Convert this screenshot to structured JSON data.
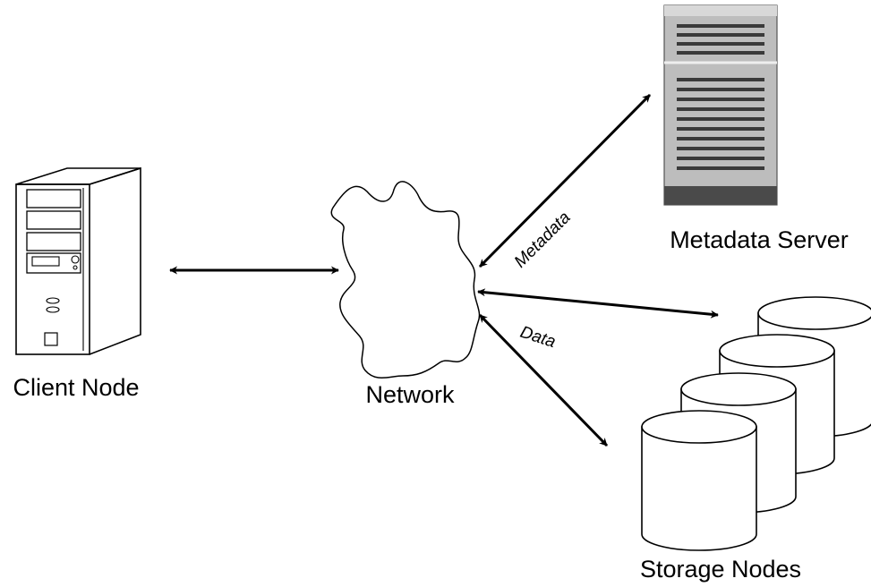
{
  "labels": {
    "client": "Client Node",
    "network": "Network",
    "metadata_server": "Metadata Server",
    "storage": "Storage Nodes",
    "metadata_link": "Metadata",
    "data_link": "Data"
  },
  "colors": {
    "server_body": "#bdbdbd",
    "server_lines": "#3a3a3a",
    "server_base": "#4a4a4a",
    "stroke": "#000000"
  }
}
